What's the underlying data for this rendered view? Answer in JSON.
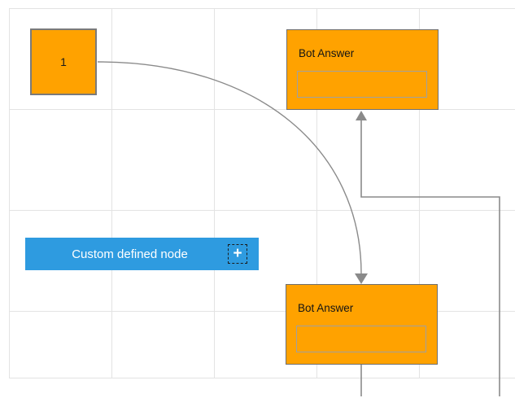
{
  "diagram": {
    "nodes": {
      "start": {
        "label": "1"
      },
      "bot_answer_top": {
        "title": "Bot Answer",
        "input_value": ""
      },
      "bot_answer_bottom": {
        "title": "Bot Answer",
        "input_value": ""
      }
    },
    "palette_item": {
      "label": "Custom defined node",
      "add_icon": "+"
    },
    "colors": {
      "node_fill": "#FFA200",
      "node_border": "#6F6F6F",
      "palette_fill": "#2E9BE0",
      "connector": "#8A8A8A",
      "grid_line": "#E3E3E3",
      "label_dark": "#141414",
      "label_light": "#FFFFFF"
    }
  }
}
